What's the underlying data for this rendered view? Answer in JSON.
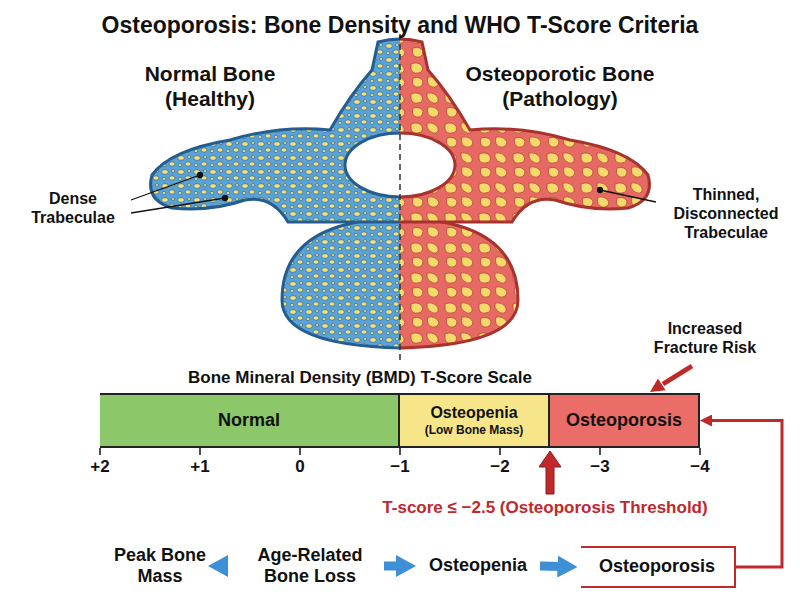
{
  "diagram": {
    "title": "Osteoporosis: Bone Density and WHO T-Score Criteria",
    "nodes": [
      {
        "text": [
          "Normal"
        ]
      },
      {
        "text": [
          "Osteopenia",
          "(Low Bone Mass)"
        ]
      },
      {
        "text": [
          "Osteoporosis"
        ]
      },
      {
        "text": [
          "Peak Bone Mass"
        ]
      },
      {
        "text": [
          "Age-Related Bone Loss"
        ]
      },
      {
        "text": [
          "Osteopenia"
        ]
      },
      {
        "text": [
          "Osteoporosis"
        ]
      }
    ],
    "edges": [
      {
        "from": 3,
        "to": 4,
        "arrow": "to"
      },
      {
        "from": 4,
        "to": 5,
        "arrow": "to"
      },
      {
        "from": 5,
        "to": 6,
        "arrow": "to"
      },
      {
        "from": 6,
        "to": 2,
        "arrow": "to"
      }
    ],
    "labels": [
      "Normal Bone (Healthy)",
      "Osteoporotic Bone (Pathology)",
      "Dense Trabeculae",
      "Thinned, Disconnected Trabeculae",
      "Increased Fracture Risk",
      "Bone Mineral Density (BMD) T-Score Scale",
      "+2",
      "+1",
      "0",
      "−1",
      "−2",
      "−3",
      "−4",
      "T-score ≤ −2.5 (Osteoporosis Threshold)"
    ]
  }
}
